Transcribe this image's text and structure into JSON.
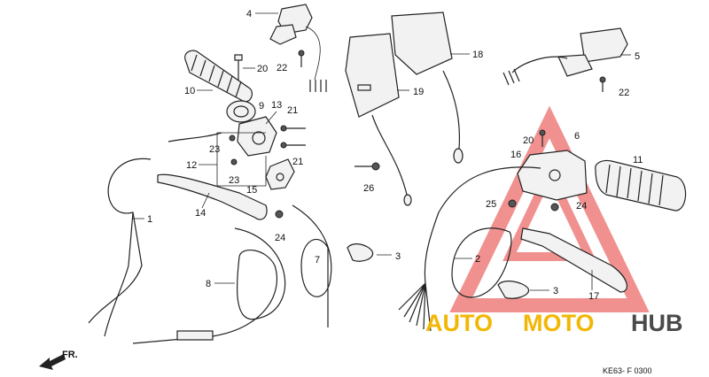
{
  "diagram": {
    "code": "KE63- F 0300",
    "direction": "FR.",
    "callouts": [
      "1",
      "2",
      "3",
      "3",
      "4",
      "5",
      "7",
      "8",
      "9",
      "10",
      "11",
      "12",
      "13",
      "14",
      "15",
      "16",
      "17",
      "18",
      "19",
      "20",
      "20",
      "21",
      "21",
      "22",
      "22",
      "23",
      "23",
      "24",
      "24",
      "25",
      "26",
      "6"
    ]
  },
  "watermark": {
    "part1": "AUTO",
    "part2": "MOTO",
    "part3": "HUB",
    "color1": "#f2b705",
    "color2": "#f2b705",
    "color3": "#4a4a4a",
    "triangle_color": "#e53935"
  }
}
